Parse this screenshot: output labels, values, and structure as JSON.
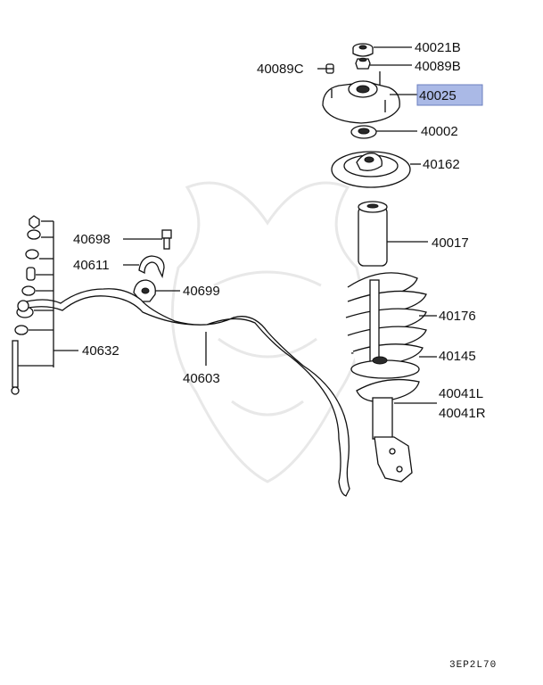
{
  "diagram_code": "3EP2L70",
  "highlight_color": "#aab9e6",
  "parts": [
    {
      "key": "p40021B",
      "number": "40021B"
    },
    {
      "key": "p40089B",
      "number": "40089B"
    },
    {
      "key": "p40089C",
      "number": "40089C"
    },
    {
      "key": "p40025",
      "number": "40025",
      "highlighted": true
    },
    {
      "key": "p40002",
      "number": "40002"
    },
    {
      "key": "p40162",
      "number": "40162"
    },
    {
      "key": "p40017",
      "number": "40017"
    },
    {
      "key": "p40176",
      "number": "40176"
    },
    {
      "key": "p40145",
      "number": "40145"
    },
    {
      "key": "p40041L",
      "number": "40041L"
    },
    {
      "key": "p40041R",
      "number": "40041R"
    },
    {
      "key": "p40698",
      "number": "40698"
    },
    {
      "key": "p40611",
      "number": "40611"
    },
    {
      "key": "p40699",
      "number": "40699"
    },
    {
      "key": "p40632",
      "number": "40632"
    },
    {
      "key": "p40603",
      "number": "40603"
    }
  ],
  "labels": {
    "p40021B": "40021B",
    "p40089B": "40089B",
    "p40089C": "40089C",
    "p40025": "40025",
    "p40002": "40002",
    "p40162": "40162",
    "p40017": "40017",
    "p40176": "40176",
    "p40145": "40145",
    "p40041L": "40041L",
    "p40041R": "40041R",
    "p40698": "40698",
    "p40611": "40611",
    "p40699": "40699",
    "p40632": "40632",
    "p40603": "40603"
  }
}
